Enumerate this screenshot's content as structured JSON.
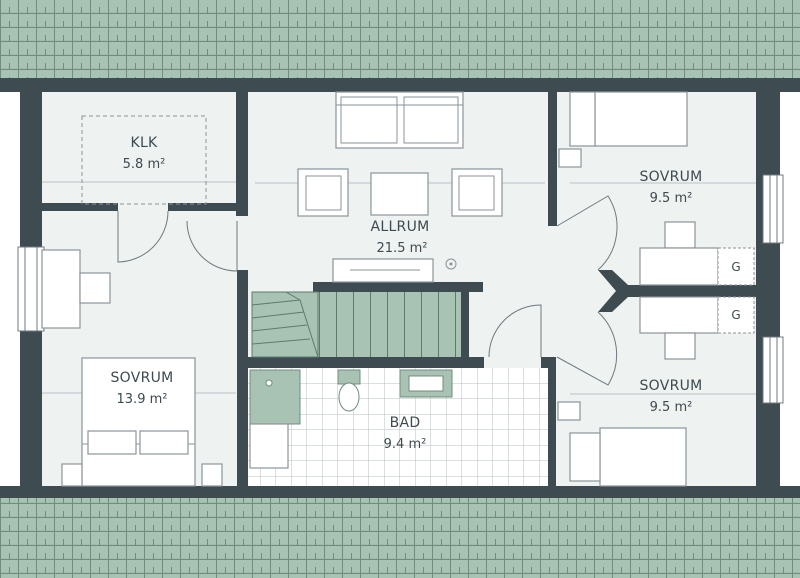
{
  "rooms": {
    "klk": {
      "name": "KLK",
      "area": "5.8 m²"
    },
    "allrum": {
      "name": "ALLRUM",
      "area": "21.5 m²"
    },
    "sovrum_top_right": {
      "name": "SOVRUM",
      "area": "9.5 m²"
    },
    "sovrum_left": {
      "name": "SOVRUM",
      "area": "13.9 m²"
    },
    "bad": {
      "name": "BAD",
      "area": "9.4 m²"
    },
    "sovrum_bottom_right": {
      "name": "SOVRUM",
      "area": "9.5 m²"
    }
  },
  "labels": {
    "g_top": "G",
    "g_bottom": "G"
  },
  "colors": {
    "roof": "#a8c2b3",
    "roof_line": "#6f8c7d",
    "wall": "#3e4b51",
    "floor": "#eef2f1",
    "stair": "#a8c2b3",
    "tile": "#b5c2c1"
  }
}
